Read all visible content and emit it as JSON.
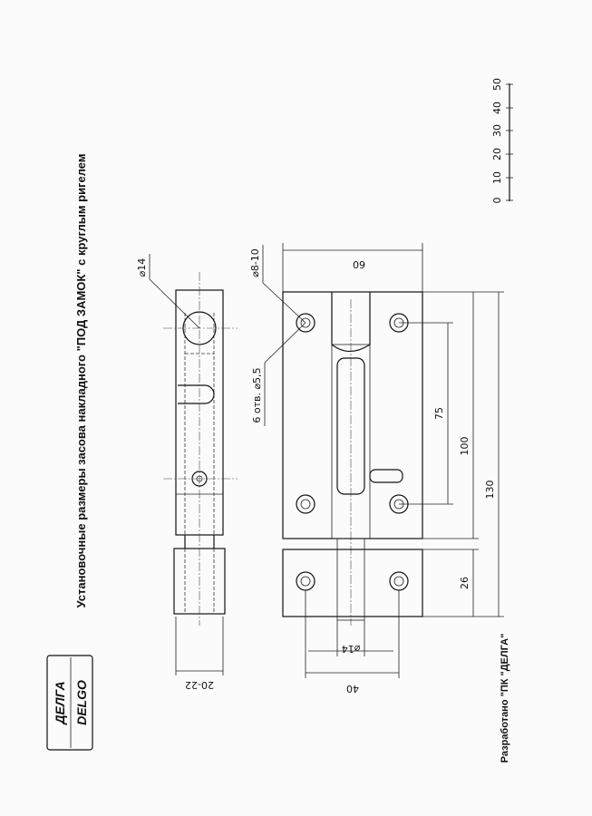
{
  "drawing": {
    "title": "Установочные размеры засова накладного \"ПОД ЗАМОК\" с круглым ригелем",
    "credit": "Разработано \"ПК \"ДЕЛГА\"",
    "logo": {
      "line1": "ДЕЛГА",
      "line2": "DELGO"
    }
  },
  "dimensions": {
    "dia14_top": "⌀14",
    "dia8_10": "⌀8-10",
    "holes": "6 отв. ⌀5,5",
    "d75": "75",
    "d100": "100",
    "d130": "130",
    "d60": "60",
    "d26": "26",
    "dia14_bottom": "⌀14",
    "d40": "40",
    "d20_22": "20-22"
  },
  "scale_bar": {
    "ticks": [
      "0",
      "10",
      "20",
      "30",
      "40",
      "50"
    ]
  }
}
